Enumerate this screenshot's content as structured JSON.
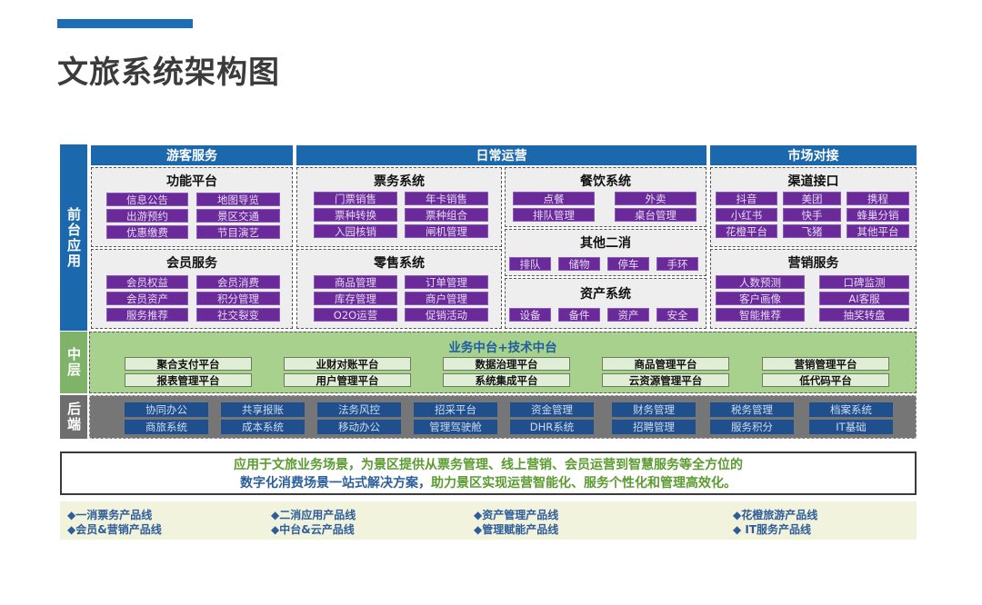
{
  "page": {
    "title": "文旅系统架构图",
    "accent_color": "#1b6eb5"
  },
  "layers": {
    "front": {
      "label": "前台应用",
      "color": "#1c68ad"
    },
    "middle": {
      "label": "中层",
      "color": "#7fb368"
    },
    "back": {
      "label": "后端",
      "color": "#6e6e6e"
    }
  },
  "front": {
    "sections": [
      {
        "label": "游客服务"
      },
      {
        "label": "日常运营"
      },
      {
        "label": "市场对接"
      }
    ],
    "visitor": {
      "function_platform": {
        "title": "功能平台",
        "items": [
          "信息公告",
          "地图导览",
          "出游预约",
          "景区交通",
          "优惠缴费",
          "节目演艺"
        ]
      },
      "member_service": {
        "title": "会员服务",
        "items": [
          "会员权益",
          "会员消费",
          "会员资产",
          "积分管理",
          "服务推荐",
          "社交裂变"
        ]
      }
    },
    "operations": {
      "ticketing": {
        "title": "票务系统",
        "items": [
          "门票销售",
          "年卡销售",
          "票种转换",
          "票种组合",
          "入园核销",
          "闸机管理"
        ]
      },
      "retail": {
        "title": "零售系统",
        "items": [
          "商品管理",
          "订单管理",
          "库存管理",
          "商户管理",
          "O2O运营",
          "促销活动"
        ]
      },
      "catering": {
        "title": "餐饮系统",
        "items": [
          "点餐",
          "外卖",
          "排队管理",
          "桌台管理"
        ]
      },
      "secondary": {
        "title": "其他二消",
        "items": [
          "排队",
          "储物",
          "停车",
          "手环"
        ]
      },
      "assets": {
        "title": "资产系统",
        "items": [
          "设备",
          "备件",
          "资产",
          "安全"
        ]
      }
    },
    "market": {
      "channels": {
        "title": "渠道接口",
        "items": [
          "抖音",
          "美团",
          "携程",
          "小红书",
          "快手",
          "蜂巢分销",
          "花橙平台",
          "飞猪",
          "其他平台"
        ]
      },
      "marketing": {
        "title": "营销服务",
        "items": [
          "人数预测",
          "口碑监测",
          "客户画像",
          "AI客服",
          "智能推荐",
          "抽奖转盘"
        ]
      }
    }
  },
  "middle": {
    "title": "业务中台+技术中台",
    "row1": [
      "聚合支付平台",
      "业财对账平台",
      "数据治理平台",
      "商品管理平台",
      "营销管理平台"
    ],
    "row2": [
      "报表管理平台",
      "用户管理平台",
      "系统集成平台",
      "云资源管理平台",
      "低代码平台"
    ]
  },
  "back": {
    "row1": [
      "协同办公",
      "共享报账",
      "法务风控",
      "招采平台",
      "资金管理",
      "财务管理",
      "税务管理",
      "档案系统"
    ],
    "row2": [
      "商旅系统",
      "成本系统",
      "移动办公",
      "管理驾驶舱",
      "DHR系统",
      "招聘管理",
      "服务积分",
      "IT基础"
    ]
  },
  "summary": {
    "line1": "应用于文旅业务场景，为景区提供从票务管理、线上营销、会员运营到智慧服务等全方位的",
    "line2a": "数字化消费场景一站式解决方案，",
    "line2b": "助力景区实现运营智能化、服务个性化和管理高效化。"
  },
  "product_lines": [
    "◆一消票务产品线",
    "◆二消应用产品线",
    "◆资产管理产品线",
    "◆花橙旅游产品线",
    "◆会员&营销产品线",
    "◆中台&云产品线",
    "◆管理赋能产品线",
    "◆ IT服务产品线"
  ]
}
